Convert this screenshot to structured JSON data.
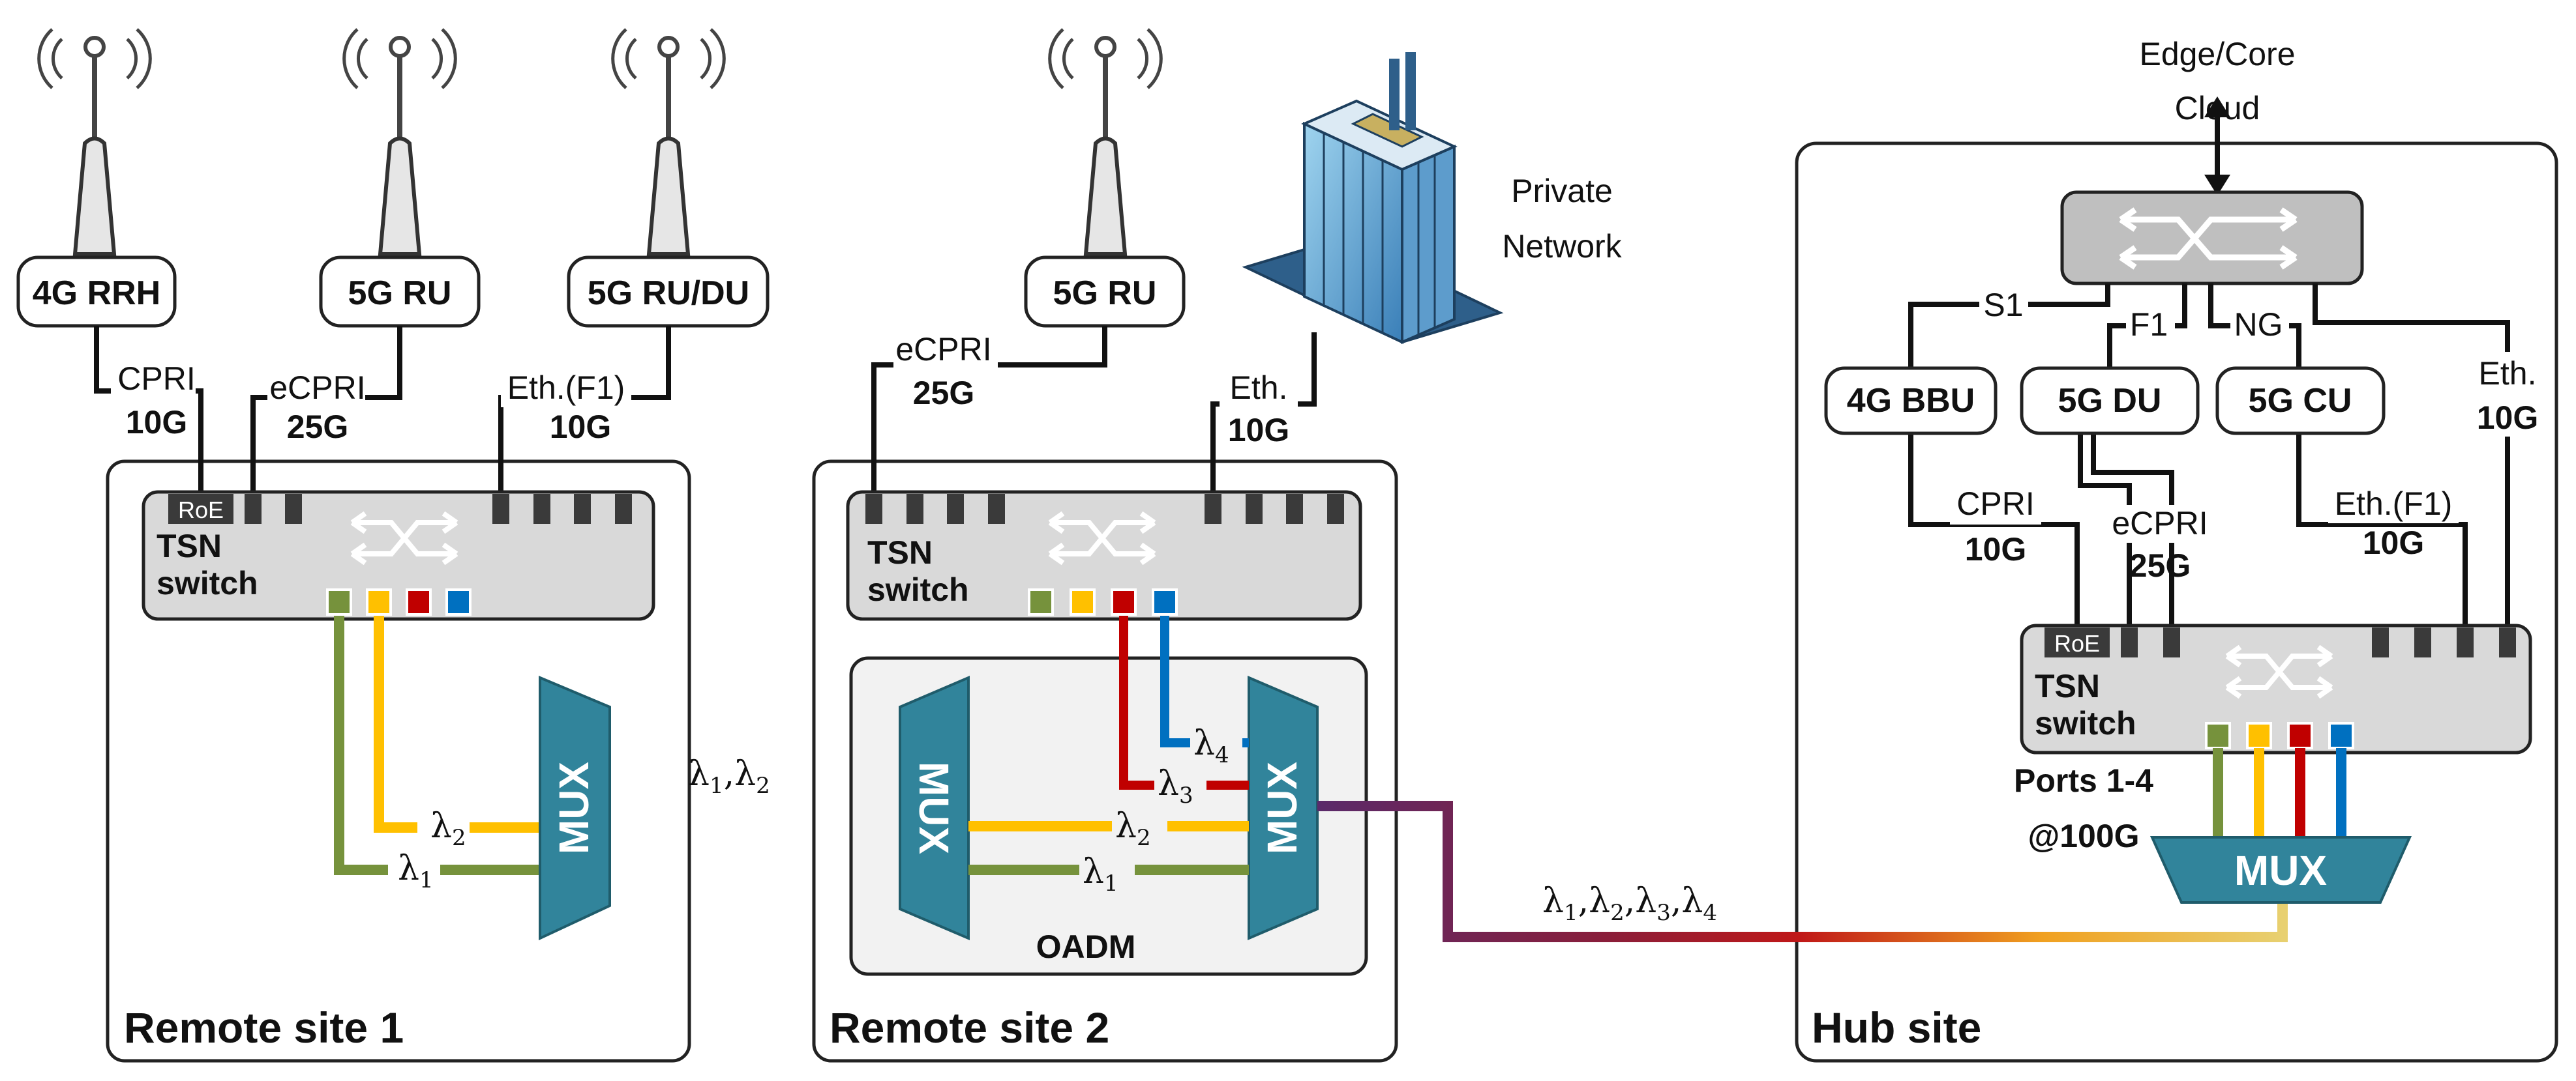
{
  "colors": {
    "lambda1": "#76923c",
    "lambda2": "#ffc000",
    "lambda3": "#c00000",
    "lambda4": "#0070c0",
    "mux": "#31849b",
    "switch_fill": "#d9d9d9",
    "port": "#3a3a3a"
  },
  "labels": {
    "rrh4g": "4G RRH",
    "ru5g_a": "5G RU",
    "rudu5g": "5G RU/DU",
    "ru5g_b": "5G RU",
    "private_network_1": "Private",
    "private_network_2": "Network",
    "edge_cloud_1": "Edge/Core",
    "edge_cloud_2": "Cloud",
    "link1_name": "CPRI",
    "link1_rate": "10G",
    "link2_name": "eCPRI",
    "link2_rate": "25G",
    "link3_name": "Eth.(F1)",
    "link3_rate": "10G",
    "link4_name": "eCPRI",
    "link4_rate": "25G",
    "link5_name": "Eth.",
    "link5_rate": "10G",
    "roe": "RoE",
    "tsn1": "TSN",
    "tsn2": "switch",
    "mux": "MUX",
    "oadm": "OADM",
    "site1": "Remote site 1",
    "site2": "Remote site 2",
    "site3": "Hub site",
    "s1": "S1",
    "f1": "F1",
    "ng": "NG",
    "bbu4g": "4G BBU",
    "du5g": "5G DU",
    "cu5g": "5G CU",
    "hub_eth_name": "Eth.",
    "hub_eth_rate": "10G",
    "hub_cpri_name": "CPRI",
    "hub_cpri_rate": "10G",
    "hub_ecpri_name": "eCPRI",
    "hub_ecpri_rate": "25G",
    "hub_f1_name": "Eth.(F1)",
    "hub_f1_rate": "10G",
    "ports_1": "Ports 1-4",
    "ports_2": "@100G",
    "lambda_1": "λ",
    "sub_1": "1",
    "sub_2": "2",
    "sub_3": "3",
    "sub_4": "4",
    "comma": ","
  }
}
